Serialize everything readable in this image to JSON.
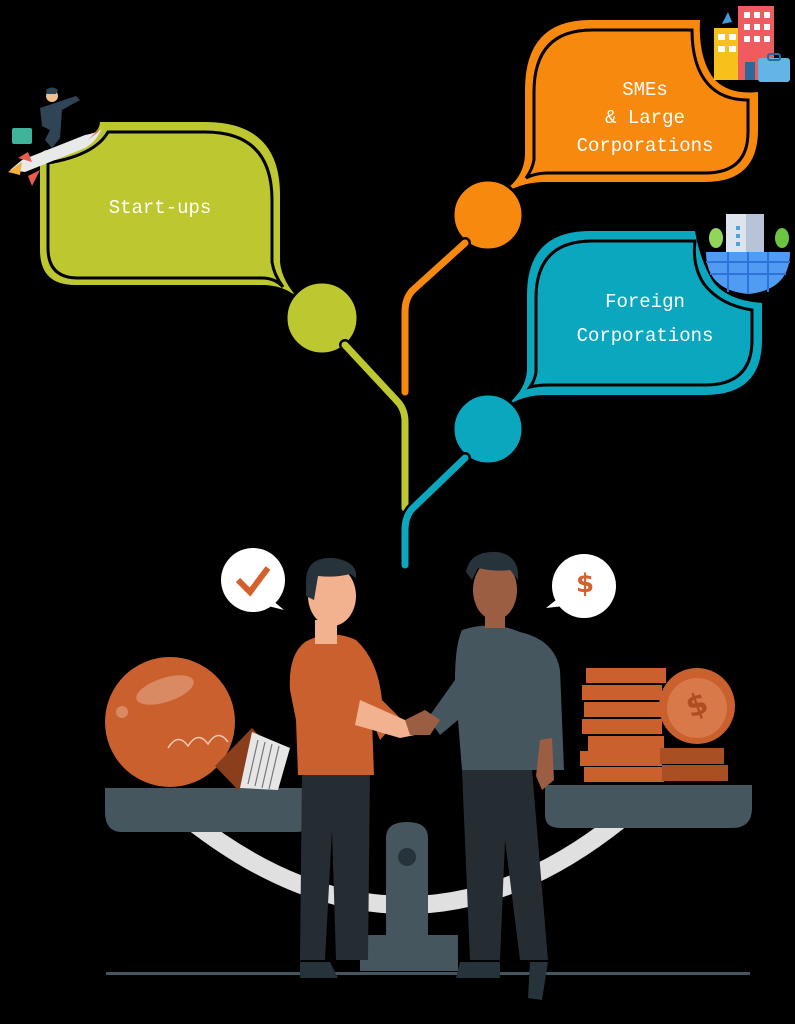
{
  "categories": [
    {
      "id": "startups",
      "label_lines": [
        "Start-ups"
      ],
      "color": "#bdc72f",
      "icon": "rocket-businessman-icon"
    },
    {
      "id": "smes",
      "label_lines": [
        "SMEs",
        "& Large",
        "Corporations"
      ],
      "color": "#f7890f",
      "icon": "office-buildings-icon"
    },
    {
      "id": "foreign",
      "label_lines": [
        "Foreign",
        "Corporations"
      ],
      "color": "#0aa7bf",
      "icon": "globe-building-icon"
    }
  ],
  "illustration": {
    "left_bubble_icon": "checkmark-icon",
    "right_bubble_icon": "dollar-icon",
    "right_bubble_text": "$",
    "coin_symbol": "$",
    "left_pan": "lightbulb-idea",
    "right_pan": "coin-stack",
    "accent": "#c9602e",
    "scale_color": "#45565f"
  }
}
